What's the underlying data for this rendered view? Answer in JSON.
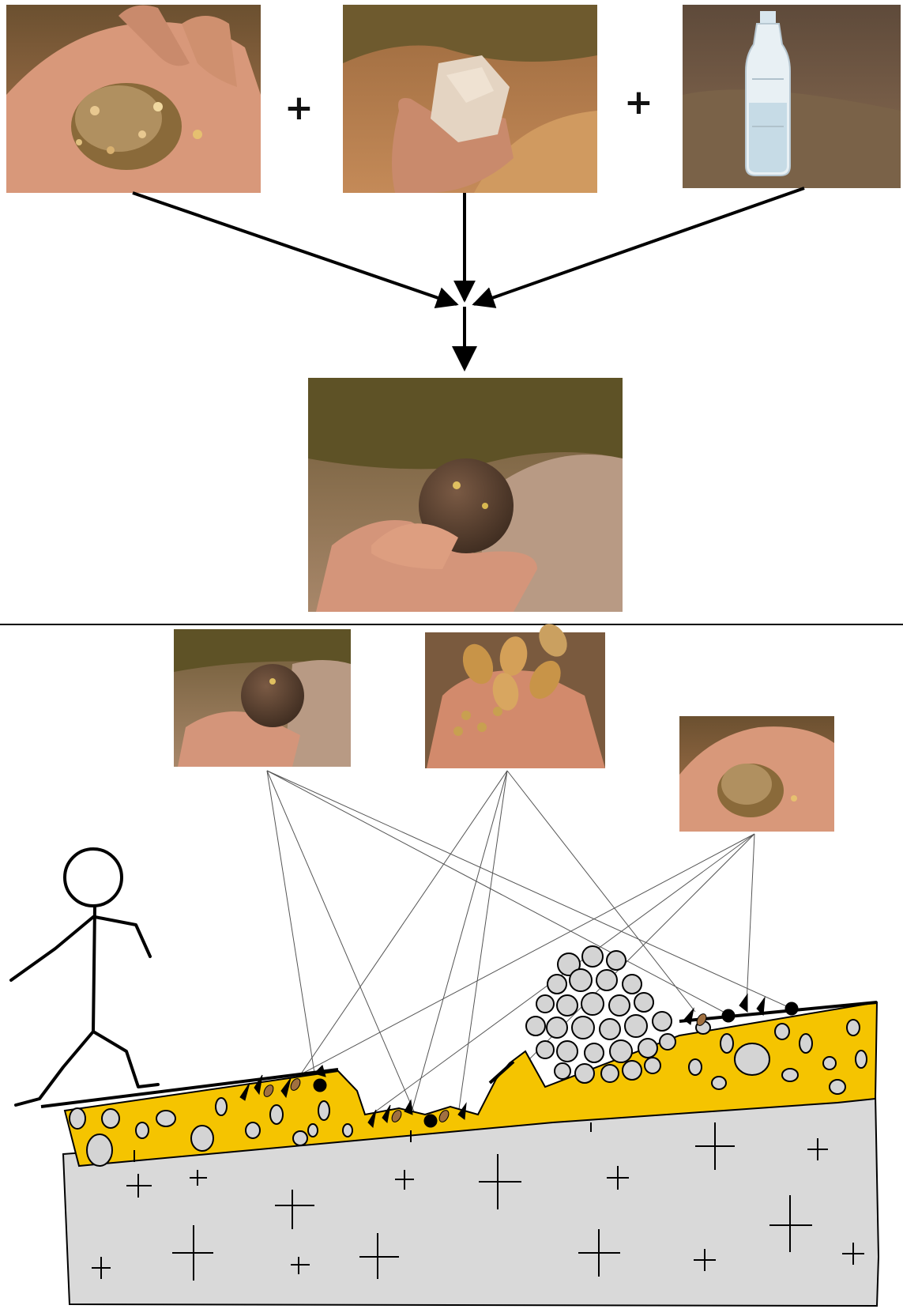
{
  "figure": {
    "top_panel": {
      "inputs": [
        {
          "name": "dried-plant-seeds",
          "icon": "seeds-in-hand-photo"
        },
        {
          "name": "clay-lump",
          "icon": "clay-in-hand-photo"
        },
        {
          "name": "water-bottle",
          "icon": "water-bottle-photo"
        }
      ],
      "operators": [
        "+",
        "+"
      ],
      "output": {
        "name": "seed-ball",
        "icon": "seed-ball-in-hand-photo"
      }
    },
    "bottom_panel": {
      "sources": [
        {
          "name": "seed-ball",
          "icon": "seed-ball-photo"
        },
        {
          "name": "almonds",
          "icon": "almonds-in-hand-photo"
        },
        {
          "name": "loose-seeds",
          "icon": "seeds-in-hand-photo"
        }
      ],
      "scene": {
        "figure": "stick-person-icon",
        "soil": "yellow-soil-layer",
        "bedrock": "grey-bedrock-layer",
        "rocks": "rock-pile"
      }
    },
    "colors": {
      "soil": "#f5c400",
      "bedrock": "#d9d9d9",
      "rock": "#d4d4d4",
      "line": "#000000",
      "earth_brown": "#8a5a35",
      "skin": "#d99a7a"
    }
  }
}
